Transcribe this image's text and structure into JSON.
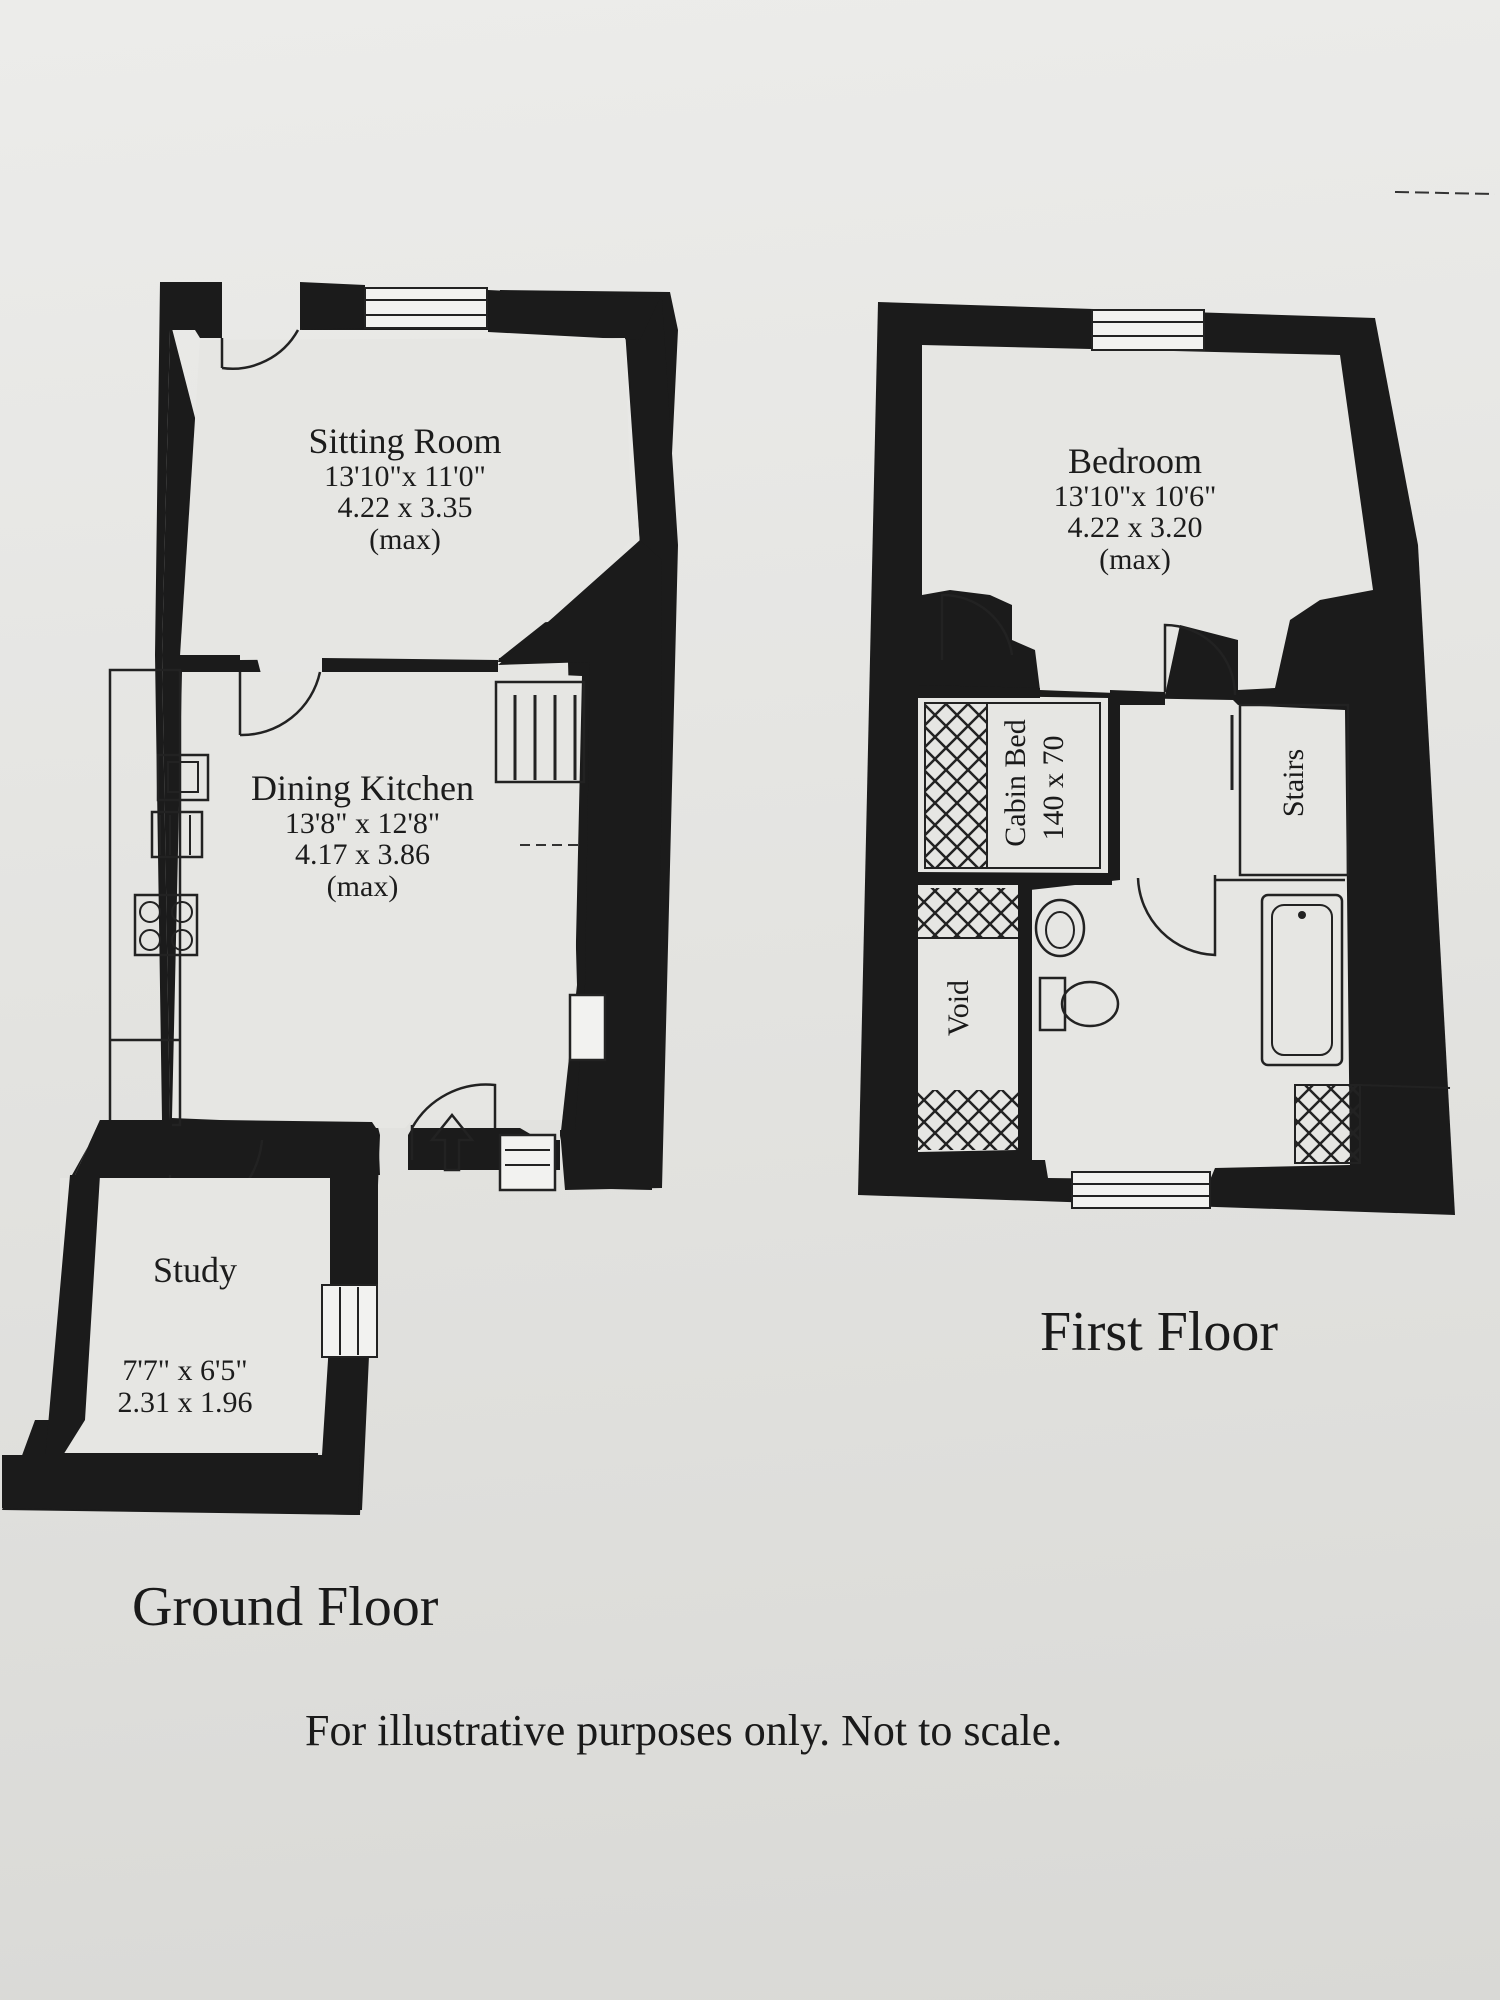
{
  "ground_floor": {
    "title": "Ground Floor",
    "rooms": [
      {
        "name": "Sitting Room",
        "dim_imperial": "13'10\"x 11'0\"",
        "dim_metric": "4.22  x  3.35",
        "note": "(max)"
      },
      {
        "name": "Dining Kitchen",
        "dim_imperial": "13'8\"  x  12'8\"",
        "dim_metric": "4.17  x  3.86",
        "note": "(max)"
      },
      {
        "name": "Study",
        "dim_imperial": "7'7\"  x  6'5\"",
        "dim_metric": "2.31  x  1.96"
      }
    ]
  },
  "first_floor": {
    "title": "First Floor",
    "rooms": [
      {
        "name": "Bedroom",
        "dim_imperial": "13'10\"x 10'6\"",
        "dim_metric": "4.22  x  3.20",
        "note": "(max)"
      },
      {
        "name": "Cabin Bed",
        "dim": "140 x 70"
      },
      {
        "name": "Void"
      },
      {
        "name": "Stairs"
      }
    ]
  },
  "disclaimer": "For illustrative purposes only. Not to scale.",
  "colors": {
    "wall": "#1b1b1b",
    "paper": "#e6e6e3"
  }
}
